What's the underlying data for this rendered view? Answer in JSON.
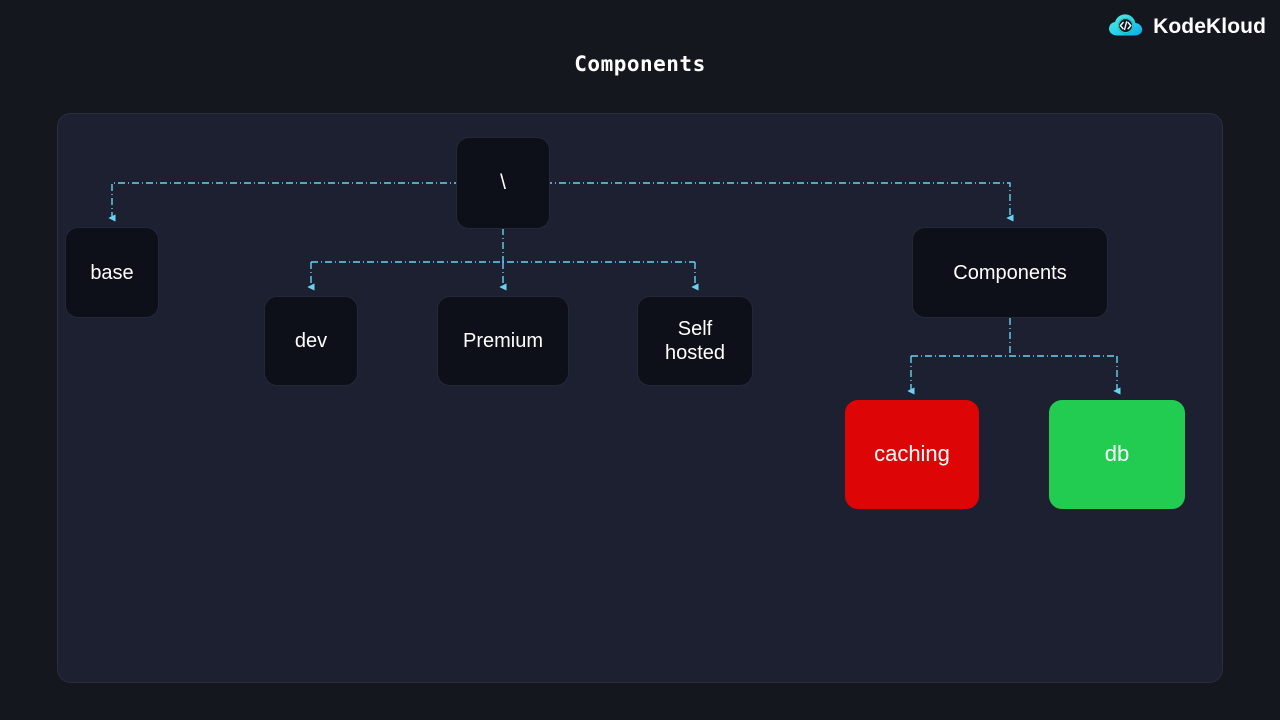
{
  "brand": {
    "name": "KodeKloud",
    "logo_icon": "kodekloud-cloud-code-logo",
    "logo_cloud_color": "#22d3ee",
    "logo_accent_color": "#2dd4bf"
  },
  "title": "Components",
  "theme": {
    "page_bg": "#15171f",
    "panel_bg": "#1d2030",
    "panel_border": "#2a2e3e",
    "node_bg": "#0d1018",
    "node_border": "#232838",
    "connector_color": "#67d3f3",
    "text_color": "#ffffff",
    "red": "#dd0505",
    "green": "#22cc51"
  },
  "diagram": {
    "type": "tree",
    "nodes": [
      {
        "id": "root",
        "label": "\\",
        "style": "dark"
      },
      {
        "id": "base",
        "label": "base",
        "style": "dark"
      },
      {
        "id": "dev",
        "label": "dev",
        "style": "dark"
      },
      {
        "id": "premium",
        "label": "Premium",
        "style": "dark"
      },
      {
        "id": "selfhosted",
        "label": "Self\nhosted",
        "style": "dark"
      },
      {
        "id": "components",
        "label": "Components",
        "style": "dark"
      },
      {
        "id": "caching",
        "label": "caching",
        "style": "red"
      },
      {
        "id": "db",
        "label": "db",
        "style": "green"
      }
    ],
    "edges": [
      {
        "from": "root",
        "to": "base"
      },
      {
        "from": "root",
        "to": "dev"
      },
      {
        "from": "root",
        "to": "premium"
      },
      {
        "from": "root",
        "to": "selfhosted"
      },
      {
        "from": "root",
        "to": "components"
      },
      {
        "from": "components",
        "to": "caching"
      },
      {
        "from": "components",
        "to": "db"
      }
    ]
  }
}
